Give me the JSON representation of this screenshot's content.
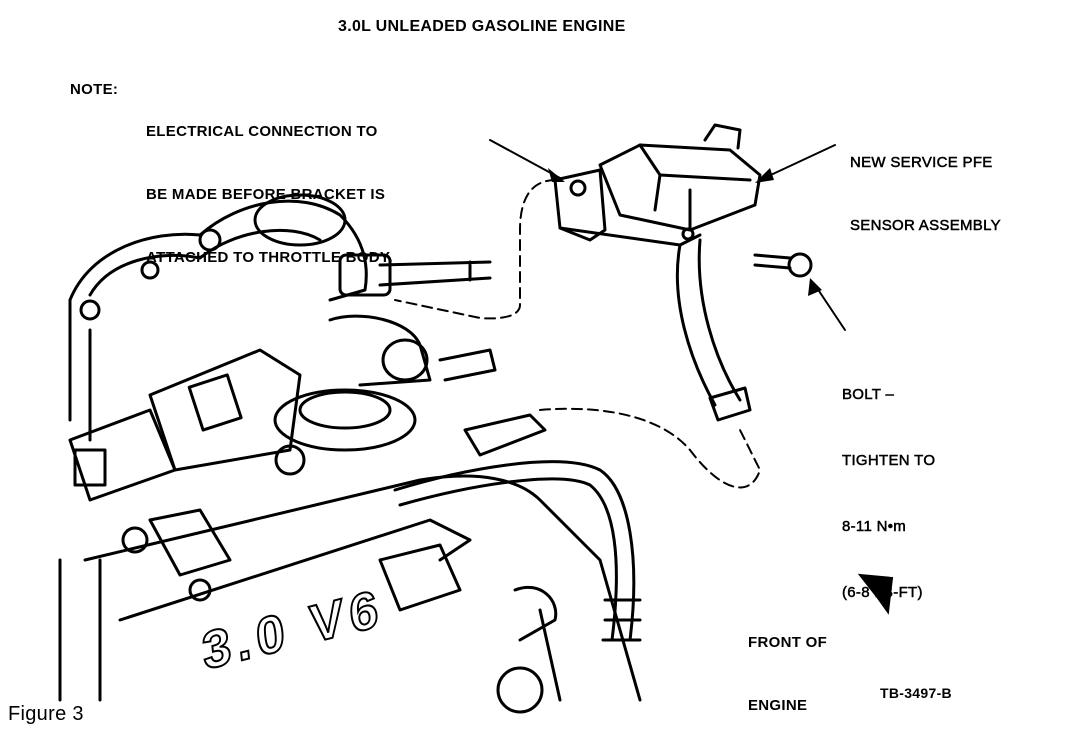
{
  "title": "3.0L UNLEADED GASOLINE ENGINE",
  "note": {
    "key": "NOTE:",
    "lines": [
      "ELECTRICAL CONNECTION TO",
      "BE MADE BEFORE BRACKET IS",
      "ATTACHED TO THROTTLE BODY."
    ]
  },
  "sensor_label": [
    "NEW SERVICE PFE",
    "SENSOR ASSEMBLY"
  ],
  "bolt_label": [
    "BOLT –",
    "TIGHTEN TO",
    "8-11 N•m",
    "(6-8 LB-FT)"
  ],
  "front_label": [
    "FRONT OF",
    "ENGINE"
  ],
  "engine_badge": "3.0 V6",
  "figure_code": "TB-3497-B",
  "caption": "Figure 3"
}
